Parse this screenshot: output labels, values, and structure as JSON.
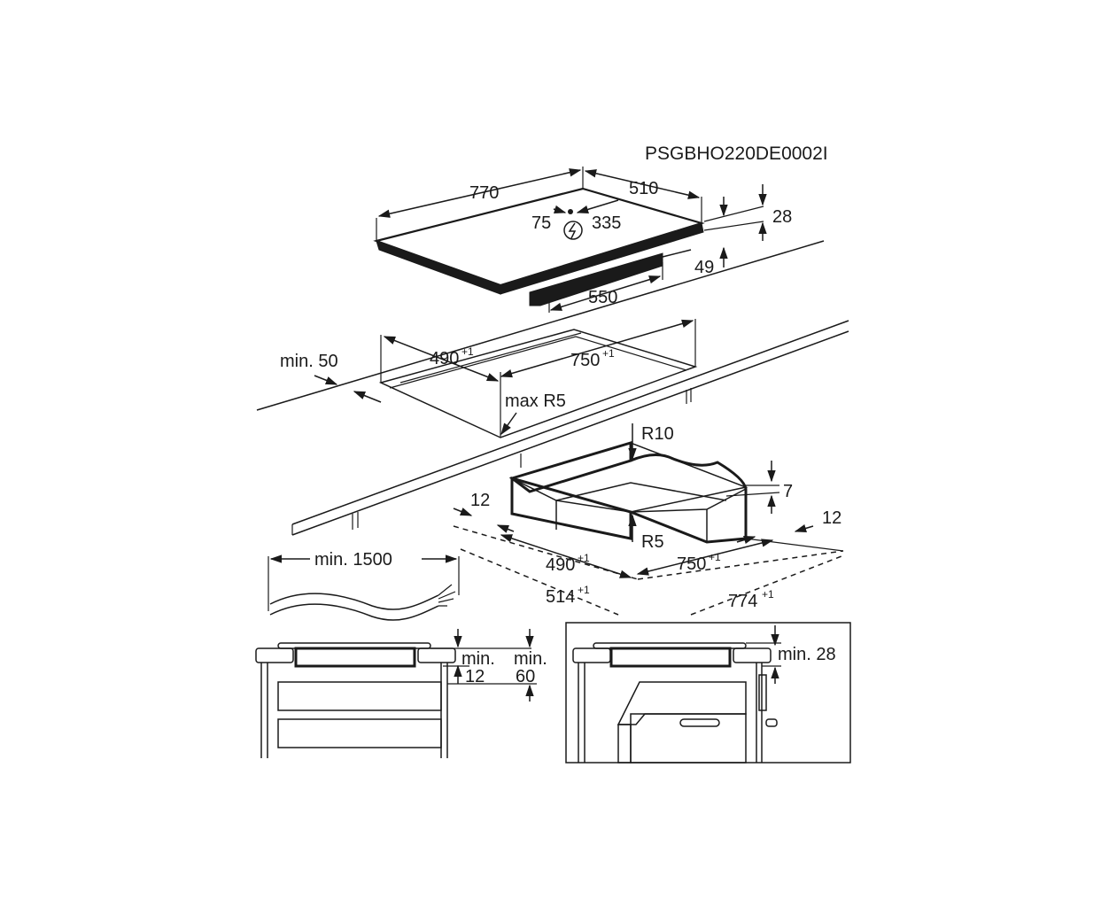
{
  "drawing_code": "PSGBHO220DE0002I",
  "hob": {
    "width": "770",
    "depth": "510",
    "connection_left": "75",
    "connection_right": "335",
    "height_total": "28",
    "height_bottom": "49",
    "bottom_width": "550"
  },
  "cutout": {
    "min_edge": "min. 50",
    "depth": "490",
    "depth_tol": "+1",
    "width": "750",
    "width_tol": "+1",
    "radius": "max R5"
  },
  "frame": {
    "radius_outer": "R10",
    "radius_inner": "R5",
    "step_height": "7",
    "offset_left": "12",
    "offset_right": "12",
    "depth": "490",
    "depth_tol": "+1",
    "width": "750",
    "width_tol": "+1",
    "outer_depth": "514",
    "outer_depth_tol": "+1",
    "outer_width": "774",
    "outer_width_tol": "+1"
  },
  "cable": {
    "length": "min. 1500"
  },
  "section_left": {
    "min_a_label": "min.",
    "min_a_value": "12",
    "min_b_label": "min.",
    "min_b_value": "60"
  },
  "section_right": {
    "min_label": "min. 28"
  }
}
